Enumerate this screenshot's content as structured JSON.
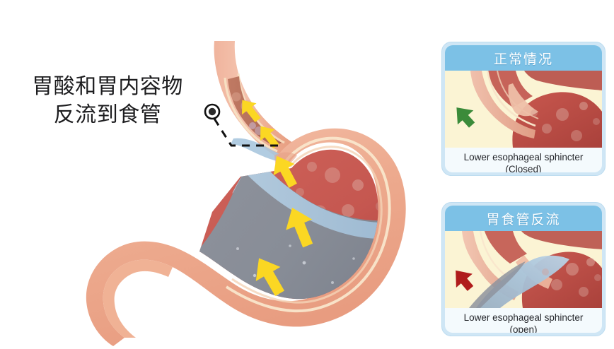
{
  "figure": {
    "title_text": "胃酸和胃内容物\n反流到食管",
    "background_color": "#ffffff",
    "description": "Anatomical cross-section of the esophagus and stomach showing gastroesophageal reflux",
    "colors": {
      "stomach_wall": "#eda689",
      "stomach_wall_light": "#f3bba4",
      "mucosa_line": "#f7e2c4",
      "fundus_red": "#c9564f",
      "fundus_red_dark": "#b2423d",
      "contents_gray": "#8b8f99",
      "acid_blue": "#a8c6de",
      "arrow_yellow": "#fbd723",
      "text_dark": "#1d1d1f",
      "panel_header_blue": "#7cc1e6",
      "panel_frame_blue": "#cfe6f5",
      "green_arrow": "#3b8b3a",
      "red_arrow": "#b01c1c",
      "panel_cream": "#fbf4d4"
    }
  },
  "callout": {
    "marker_name": "annotation-dot-marker",
    "line_style": "dashed"
  },
  "panels": [
    {
      "id": "normal",
      "header": "正常情况",
      "caption": "Lower esophageal sphincter\n(Closed)",
      "arrow_color": "#3b8b3a",
      "arrow_direction": "up-right",
      "arrow_name": "green-arrow-icon",
      "sphincter_state": "closed"
    },
    {
      "id": "reflux",
      "header": "胃食管反流",
      "caption": "Lower esophageal sphincter\n(open)",
      "arrow_color": "#b01c1c",
      "arrow_direction": "up-right",
      "arrow_name": "red-arrow-icon",
      "sphincter_state": "open"
    }
  ],
  "reflux_arrows": {
    "count": 5,
    "color": "#fbd723",
    "label": "reflux-flow-arrow"
  }
}
